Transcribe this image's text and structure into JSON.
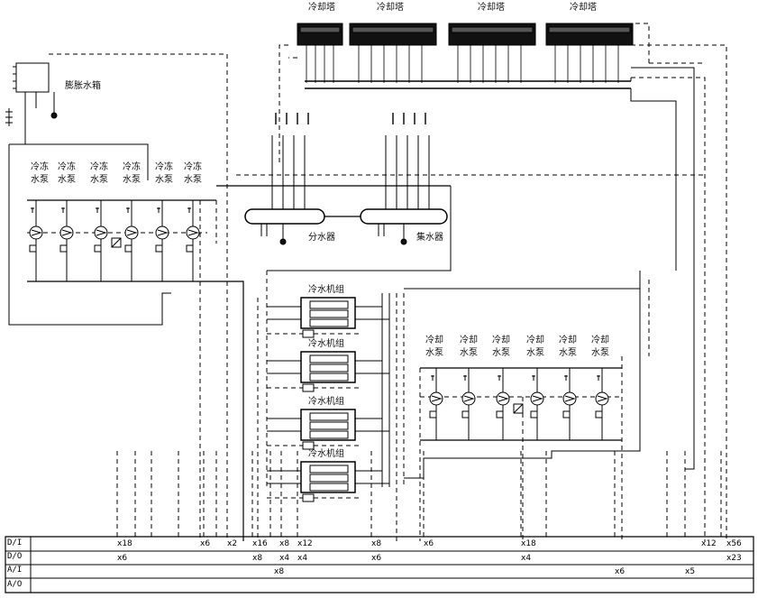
{
  "labels": {
    "cooling_tower": "冷却塔",
    "expansion_tank": "膨胀水箱",
    "chilled_pump_line1": "冷冻",
    "chilled_pump_line2": "水泵",
    "cooling_pump_line1": "冷却",
    "cooling_pump_line2": "水泵",
    "distributor": "分水器",
    "collector": "集水器",
    "chiller": "冷水机组"
  },
  "buses": [
    "D/I",
    "D/O",
    "A/I",
    "A/O"
  ],
  "counts": {
    "di": [
      "x18",
      "x6",
      "x2",
      "x16",
      "x8",
      "x12",
      "x8",
      "x6",
      "x18",
      "x12",
      "x56"
    ],
    "do": [
      "x6",
      "x8",
      "x4",
      "x4",
      "x6",
      "x4",
      "x23"
    ],
    "ai": [
      "x8",
      "x6",
      "x5"
    ]
  },
  "colors": {
    "line": "#000000",
    "background": "#ffffff"
  }
}
